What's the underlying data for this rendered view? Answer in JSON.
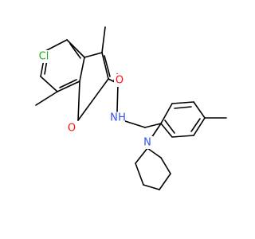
{
  "colors": {
    "bond": "#000000",
    "carbon_bond": "#000000",
    "oxygen": "#ff0d0d",
    "nitrogen": "#3050f8",
    "chlorine": "#1fb21f",
    "background": "#ffffff"
  },
  "atoms": {
    "cl": "Cl",
    "o_carbonyl": "O",
    "o_ring": "O",
    "nh": "N",
    "h": "H",
    "n_pip": "N"
  }
}
